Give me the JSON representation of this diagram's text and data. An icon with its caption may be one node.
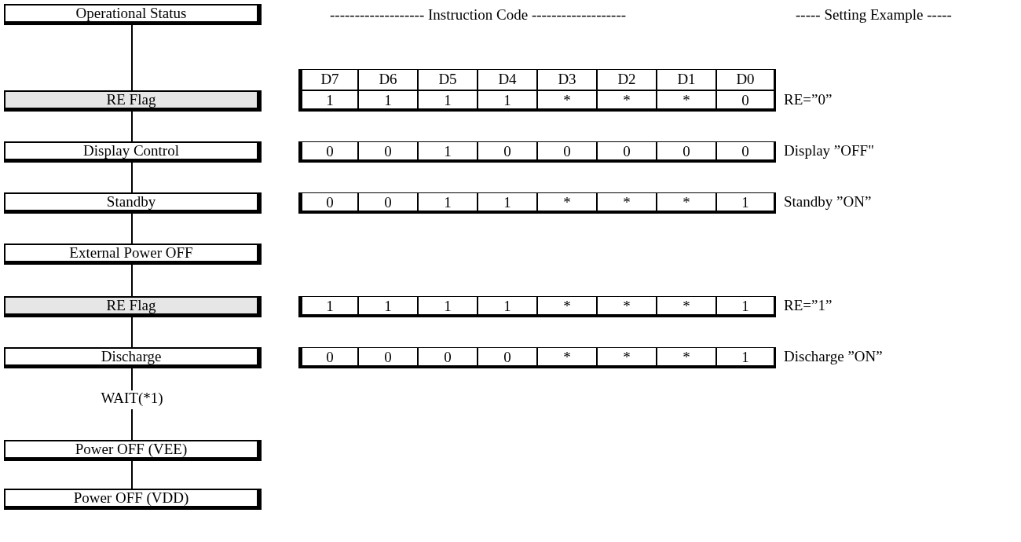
{
  "diagram": {
    "nodes": [
      {
        "text": [
          "Operational Status"
        ]
      },
      {
        "text": [
          "RE Flag"
        ]
      },
      {
        "text": [
          "Display Control"
        ]
      },
      {
        "text": [
          "Standby"
        ]
      },
      {
        "text": [
          "External Power OFF"
        ]
      },
      {
        "text": [
          "RE Flag"
        ]
      },
      {
        "text": [
          "Discharge"
        ]
      },
      {
        "text": [
          "WAIT(*1)"
        ]
      },
      {
        "text": [
          "Power OFF (VEE)"
        ]
      },
      {
        "text": [
          "Power OFF (VDD)"
        ]
      }
    ],
    "edges": [
      {
        "from": 0,
        "to": 1,
        "arrow": "none"
      },
      {
        "from": 1,
        "to": 2,
        "arrow": "none"
      },
      {
        "from": 2,
        "to": 3,
        "arrow": "none"
      },
      {
        "from": 3,
        "to": 4,
        "arrow": "none"
      },
      {
        "from": 4,
        "to": 5,
        "arrow": "none"
      },
      {
        "from": 5,
        "to": 6,
        "arrow": "none"
      },
      {
        "from": 6,
        "to": 7,
        "arrow": "none"
      },
      {
        "from": 7,
        "to": 8,
        "arrow": "none"
      },
      {
        "from": 8,
        "to": 9,
        "arrow": "none"
      }
    ],
    "labels": [
      "------------------- Instruction Code -------------------",
      "----- Setting Example -----",
      "D7",
      "D6",
      "D5",
      "D4",
      "D3",
      "D2",
      "D1",
      "D0",
      "1",
      "1",
      "1",
      "1",
      "*",
      "*",
      "*",
      "0",
      "RE=”0”",
      "0",
      "0",
      "1",
      "0",
      "0",
      "0",
      "0",
      "0",
      "Display ”OFF\"",
      "0",
      "0",
      "1",
      "1",
      "*",
      "*",
      "*",
      "1",
      "Standby ”ON”",
      "1",
      "1",
      "1",
      "1",
      "*",
      "*",
      "*",
      "1",
      "RE=”1”",
      "0",
      "0",
      "0",
      "0",
      "*",
      "*",
      "*",
      "1",
      "Discharge ”ON”"
    ]
  }
}
